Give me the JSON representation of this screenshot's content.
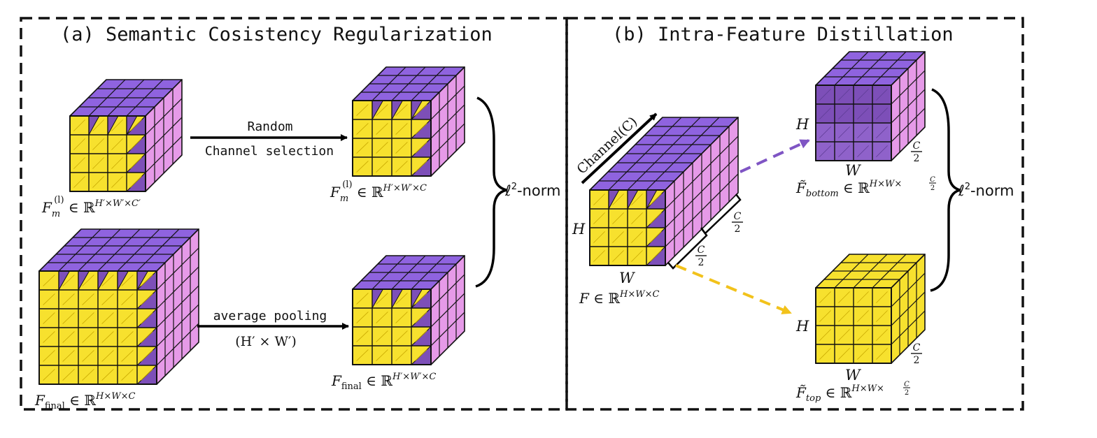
{
  "colors": {
    "yellow": "#f7e12e",
    "purple_top": "#8f63df",
    "purple_front": "#7d4fb8",
    "pink_side": "#e69ae8",
    "dash_purple": "#7f55c4",
    "dash_yellow": "#f2c21b"
  },
  "panel_a": {
    "title": "(a) Semantic Cosistency Regularization",
    "random_label": "Random",
    "channel_selection_label": "Channel selection",
    "avg_pool_label": "average pooling",
    "avg_pool_size": "(H′ × W′)",
    "fm_c_prime": {
      "base": "F",
      "sub": "m",
      "sup": "(l)",
      "rest": " ∈ ℝ",
      "exp": "H′×W′×C′"
    },
    "fm_c": {
      "base": "F",
      "sub": "m",
      "sup": "(l)",
      "rest": " ∈ ℝ",
      "exp": "H′×W′×C"
    },
    "ffinal_full": {
      "base": "F",
      "sub": "final",
      "rest": " ∈ ℝ",
      "exp": "H×W×C"
    },
    "ffinal_pooled": {
      "base": "F",
      "sub": "final",
      "rest": " ∈ ℝ",
      "exp": "H′×W′×C"
    },
    "norm_label": "ℓ",
    "norm_sup": "2",
    "norm_rest": "-norm"
  },
  "panel_b": {
    "title": "(b) Intra-Feature Distillation",
    "channel_axis": "Channel(C)",
    "h_label": "H",
    "w_label": "W",
    "half_c_num": "C",
    "half_c_den": "2",
    "f_label": {
      "base": "F",
      "rest": " ∈ ℝ",
      "exp": "H×W×C"
    },
    "f_bottom": {
      "base": "F̃",
      "sub": "bottom",
      "rest": " ∈ ℝ",
      "exp": "H×W×",
      "frac_num": "C",
      "frac_den": "2"
    },
    "f_top": {
      "base": "F̃",
      "sub": "top",
      "rest": " ∈ ℝ",
      "exp": "H×W×",
      "frac_num": "C",
      "frac_den": "2"
    },
    "norm_label": "ℓ",
    "norm_sup": "2",
    "norm_rest": "-norm"
  }
}
